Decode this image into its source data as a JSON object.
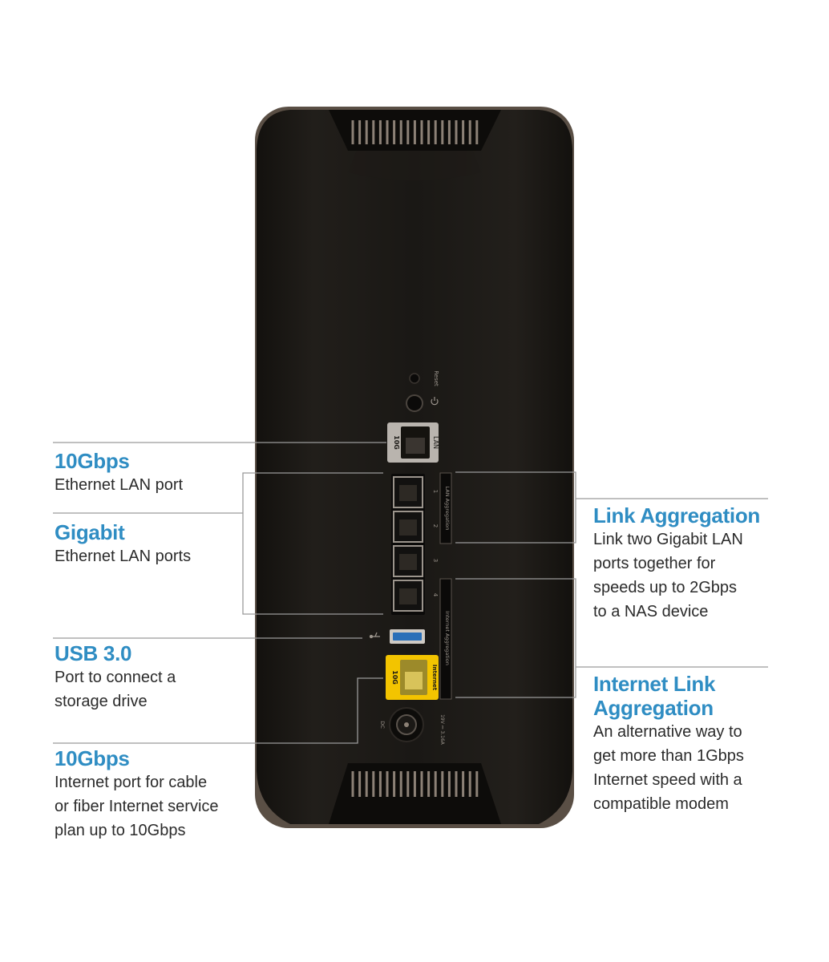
{
  "router_labels": {
    "reset": "Reset",
    "lan": "LAN",
    "tenG_lan": "10G",
    "lan_aggregation": "LAN Aggregation",
    "port_numbers": [
      "1",
      "2",
      "3",
      "4"
    ],
    "internet_aggregation": "Internet Aggregation",
    "tenG_internet": "10G",
    "internet": "Internet",
    "dc": "DC",
    "power_rating": "19V ⎓ 3.16A"
  },
  "callouts_left": [
    {
      "title": "10Gbps",
      "desc": "Ethernet LAN port"
    },
    {
      "title": "Gigabit",
      "desc": "Ethernet LAN ports"
    },
    {
      "title": "USB 3.0",
      "desc": "Port to connect a\nstorage drive"
    },
    {
      "title": "10Gbps",
      "desc": "Internet port for cable\nor fiber Internet service\nplan up to 10Gbps"
    }
  ],
  "callouts_right": [
    {
      "title": "Link Aggregation",
      "desc": "Link two Gigabit LAN\nports together for\nspeeds up to 2Gbps\nto a NAS device"
    },
    {
      "title": "Internet Link\nAggregation",
      "desc": "An alternative way to\nget more than 1Gbps\nInternet speed with a\ncompatible modem"
    }
  ],
  "colors": {
    "accent": "#2f8dc3",
    "body": "#1c1a17",
    "internet_port": "#f3c400",
    "usb_port": "#2a6fb8",
    "leader_line": "#9a9a9a"
  },
  "icons": [
    "power-icon",
    "usb-icon"
  ]
}
